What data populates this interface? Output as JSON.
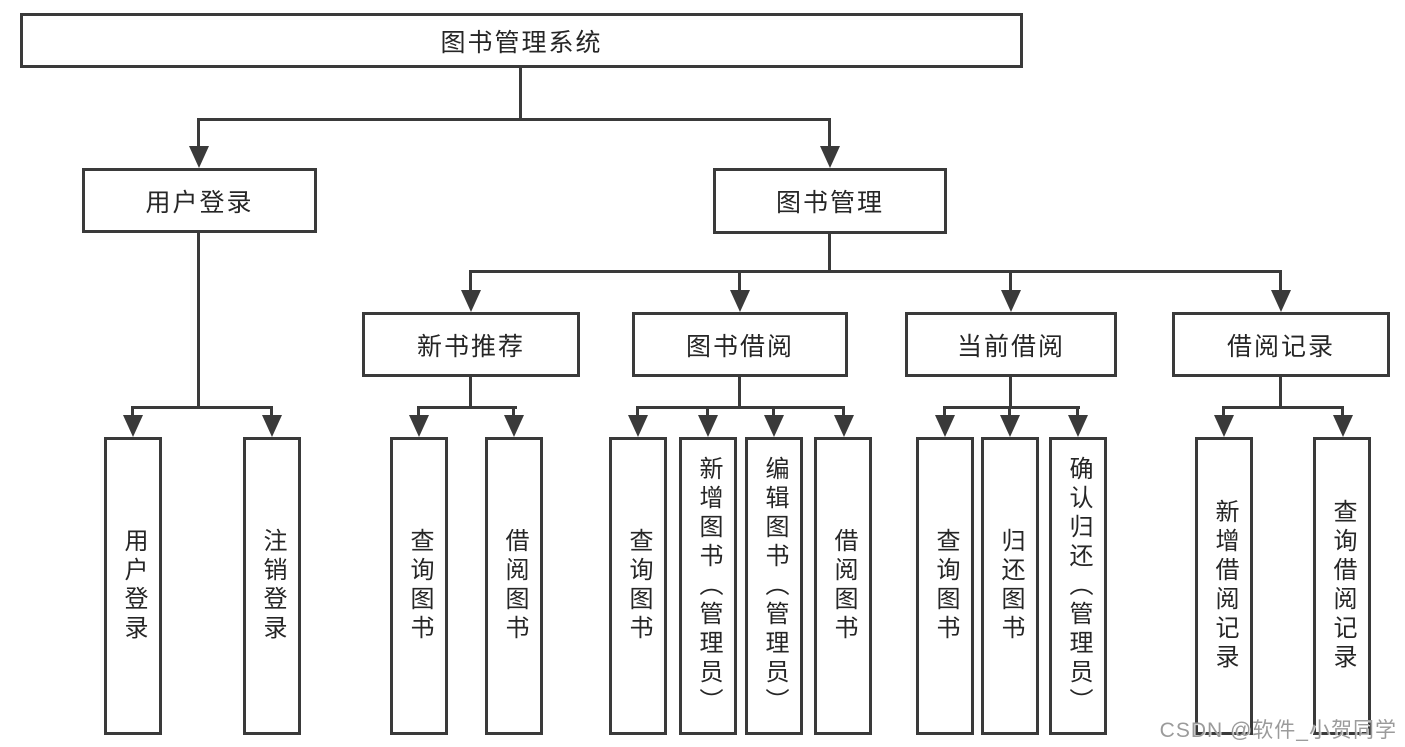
{
  "diagram": {
    "root": {
      "label": "图书管理系统"
    },
    "level1": [
      {
        "label": "用户登录"
      },
      {
        "label": "图书管理"
      }
    ],
    "level2": [
      {
        "label": "新书推荐"
      },
      {
        "label": "图书借阅"
      },
      {
        "label": "当前借阅"
      },
      {
        "label": "借阅记录"
      }
    ],
    "leaves": [
      {
        "label": "用户登录"
      },
      {
        "label": "注销登录"
      },
      {
        "label": "查询图书"
      },
      {
        "label": "借阅图书"
      },
      {
        "label": "查询图书"
      },
      {
        "label": "新增图书（管理员）"
      },
      {
        "label": "编辑图书（管理员）"
      },
      {
        "label": "借阅图书"
      },
      {
        "label": "查询图书"
      },
      {
        "label": "归还图书"
      },
      {
        "label": "确认归还（管理员）"
      },
      {
        "label": "新增借阅记录"
      },
      {
        "label": "查询借阅记录"
      }
    ]
  },
  "watermark": {
    "text": "CSDN @软件_小贺同学"
  },
  "colors": {
    "line": "#3a3a3a",
    "text": "#262626",
    "background": "#ffffff",
    "watermark": "#9b9b9b"
  }
}
